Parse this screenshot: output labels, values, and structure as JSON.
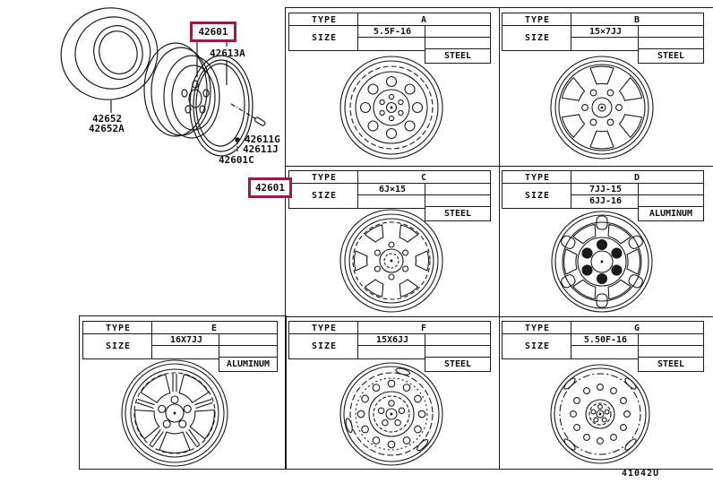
{
  "diagram": {
    "part_labels": {
      "main_wheel": "42601",
      "side_ring": "42613A",
      "tire": "42652",
      "tire_alt": "42652A",
      "bolt_g": "42611G",
      "bolt_j": "42611J",
      "cap": "42601C",
      "table_ref": "42601"
    }
  },
  "table": {
    "type_label": "TYPE",
    "size_label": "SIZE",
    "sections": [
      {
        "letter": "A",
        "size1": "5.5F-16",
        "size2": "",
        "material": "STEEL"
      },
      {
        "letter": "B",
        "size1": "15×7JJ",
        "size2": "",
        "material": "STEEL"
      },
      {
        "letter": "C",
        "size1": "6J×15",
        "size2": "",
        "material": "STEEL"
      },
      {
        "letter": "D",
        "size1": "7JJ-15",
        "size2": "6JJ-16",
        "material": "ALUMINUM"
      },
      {
        "letter": "E",
        "size1": "16X7JJ",
        "size2": "",
        "material": "ALUMINUM"
      },
      {
        "letter": "F",
        "size1": "15X6JJ",
        "size2": "",
        "material": "STEEL"
      },
      {
        "letter": "G",
        "size1": "5.50F-16",
        "size2": "",
        "material": "STEEL"
      }
    ]
  },
  "footer": {
    "code": "41042U"
  },
  "colors": {
    "highlight": "#9C1A4B",
    "line": "#1A1A1A"
  }
}
